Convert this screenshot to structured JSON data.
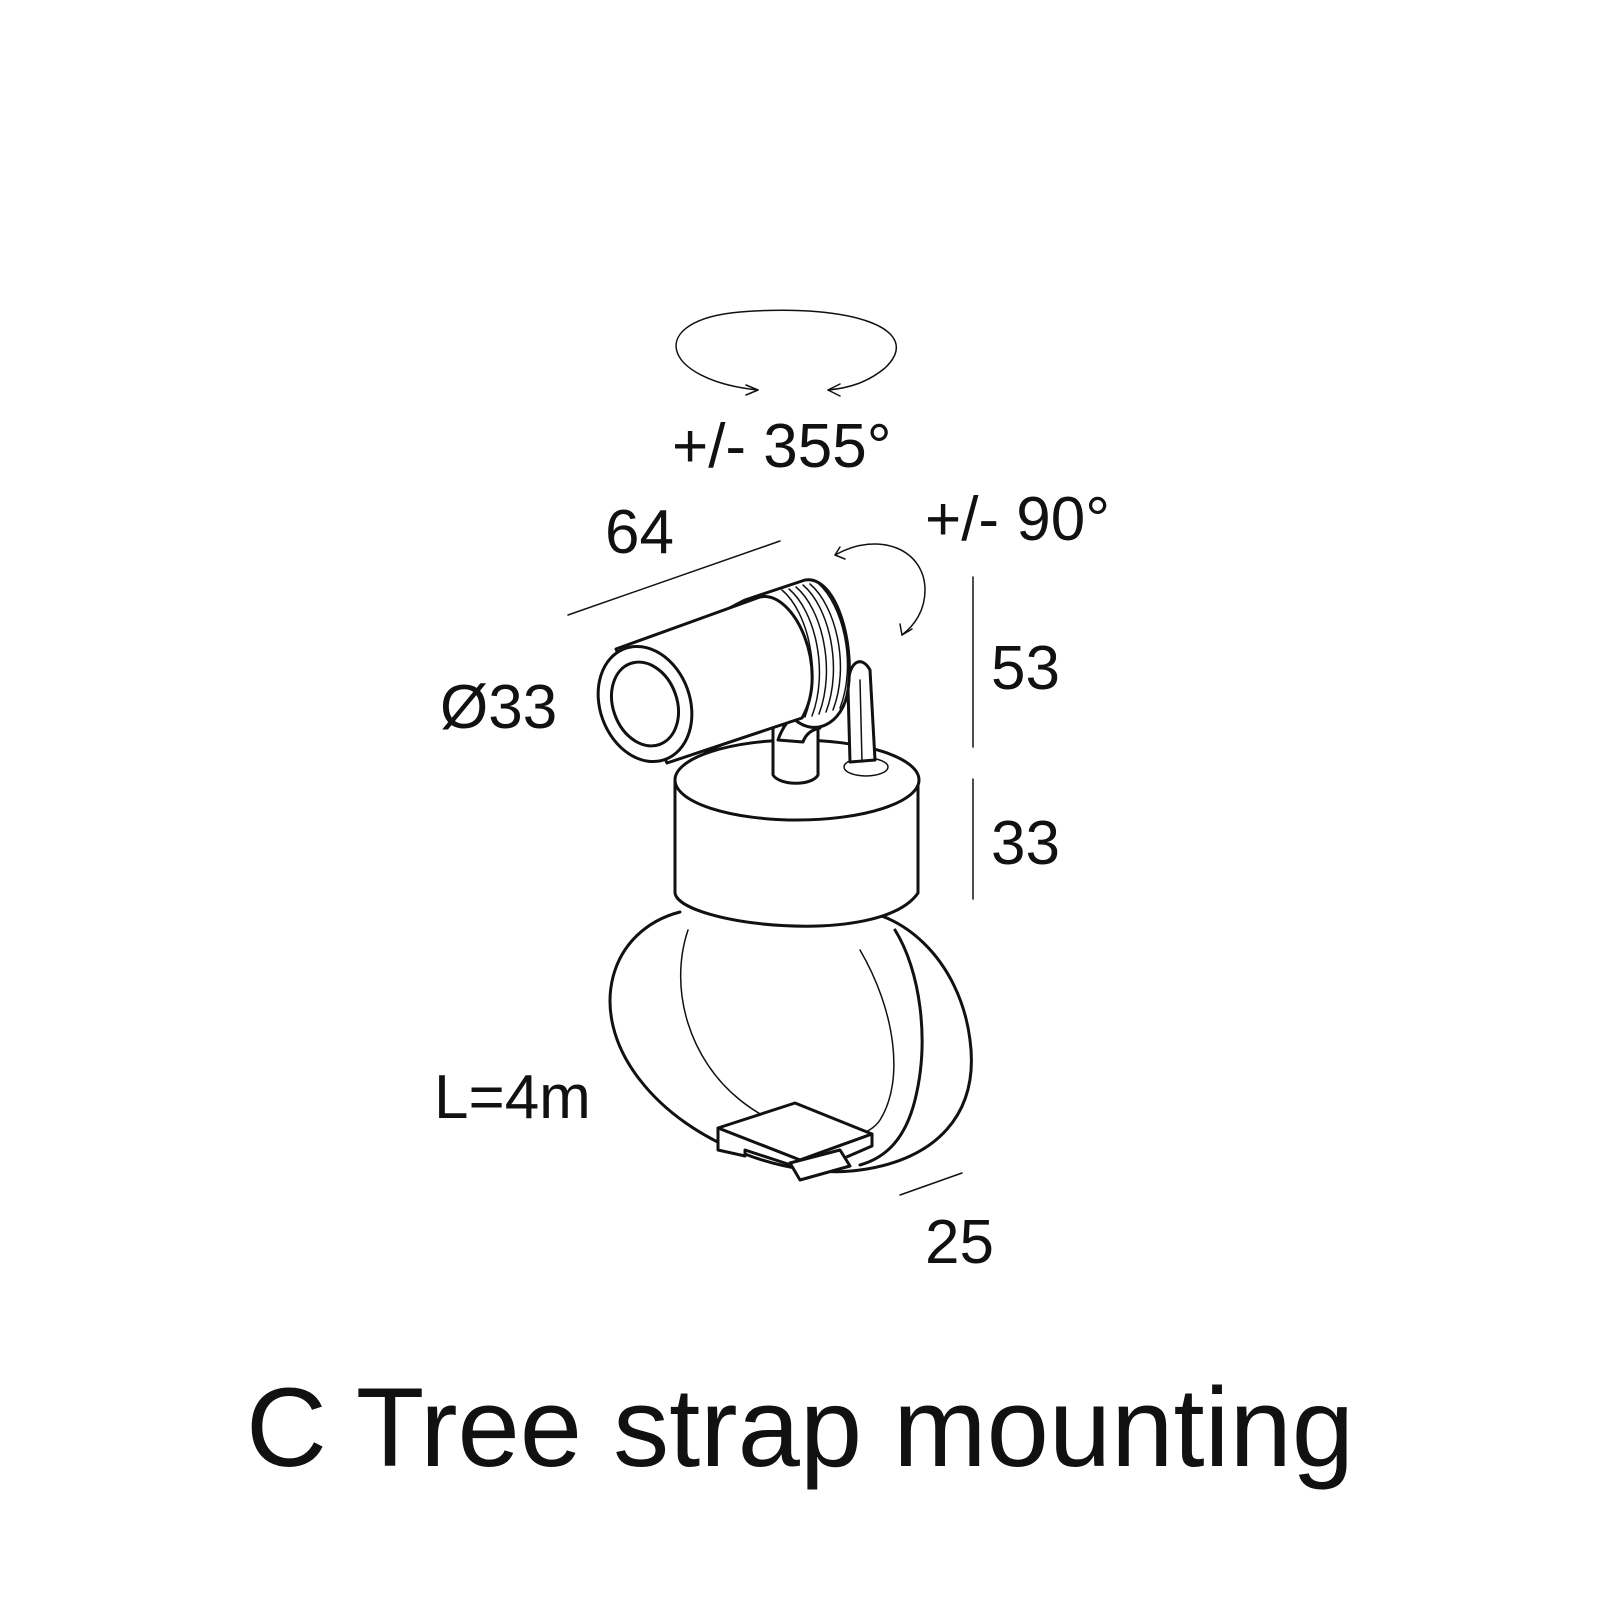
{
  "labels": {
    "rotation_horizontal": "+/- 355°",
    "rotation_vertical": "+/- 90°",
    "length_head": "64",
    "diameter": "Ø33",
    "height_head": "53",
    "height_base": "33",
    "strap_length": "L=4m",
    "strap_width": "25"
  },
  "caption": "C Tree strap mounting",
  "colors": {
    "line": "#111111",
    "background": "#ffffff"
  }
}
